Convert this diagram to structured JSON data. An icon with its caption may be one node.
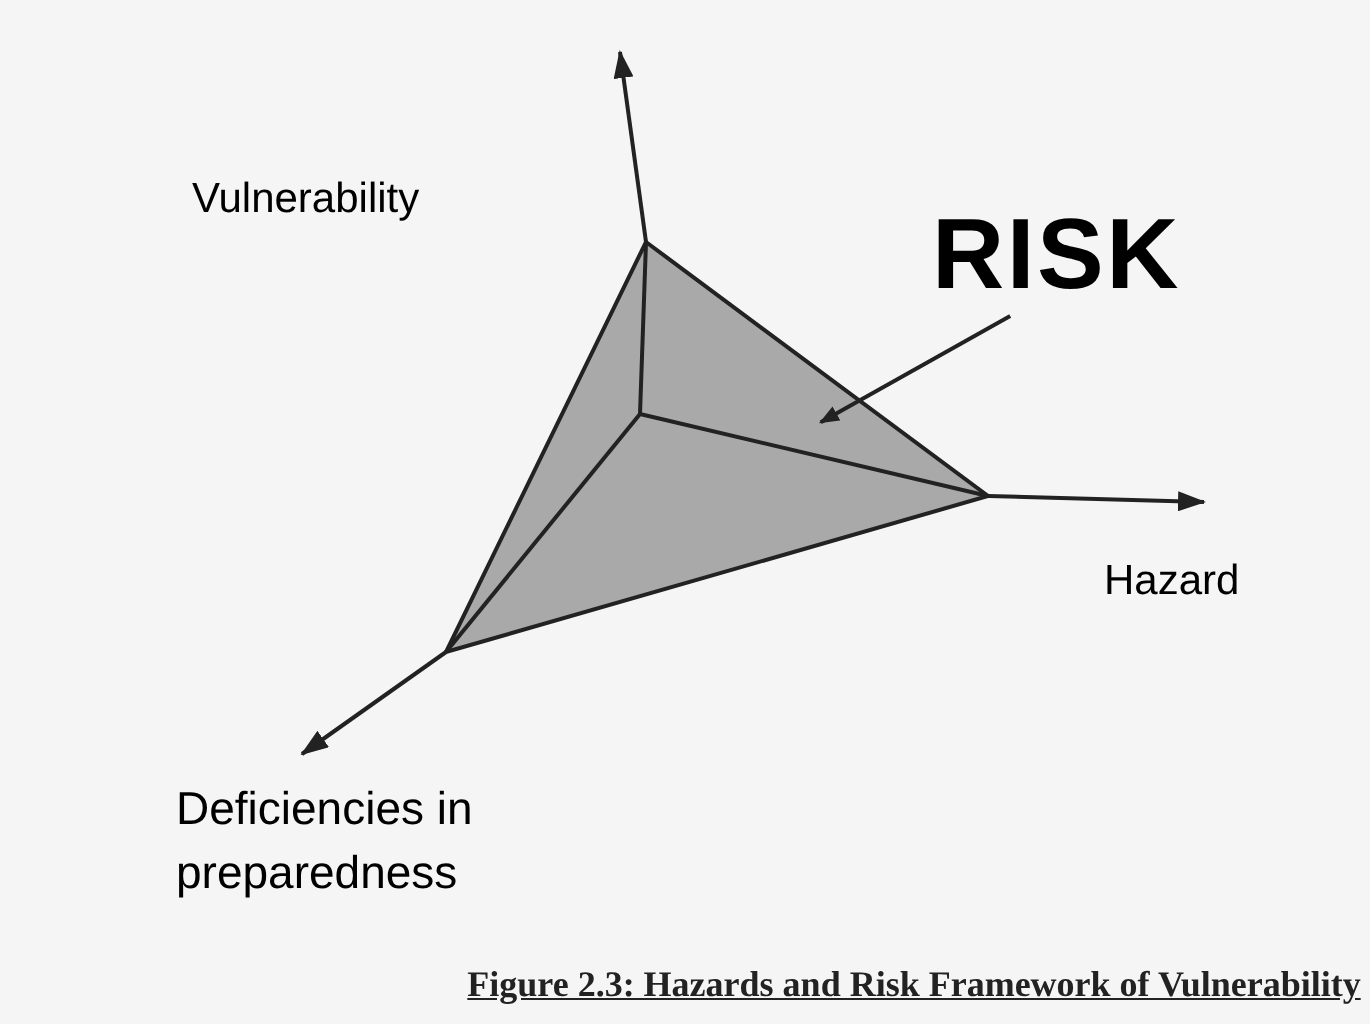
{
  "diagram": {
    "caption": "Figure 2.3: Hazards and Risk Framework of Vulnerability",
    "nodes": [
      {
        "text": [
          "RISK"
        ]
      },
      {
        "text": [],
        "shape": "triangle"
      }
    ],
    "edges": [
      {
        "from": 0,
        "to": 1,
        "arrow": "to"
      }
    ],
    "labels": [
      "Vulnerability",
      "Hazard",
      "Deficiencies in preparedness"
    ]
  }
}
